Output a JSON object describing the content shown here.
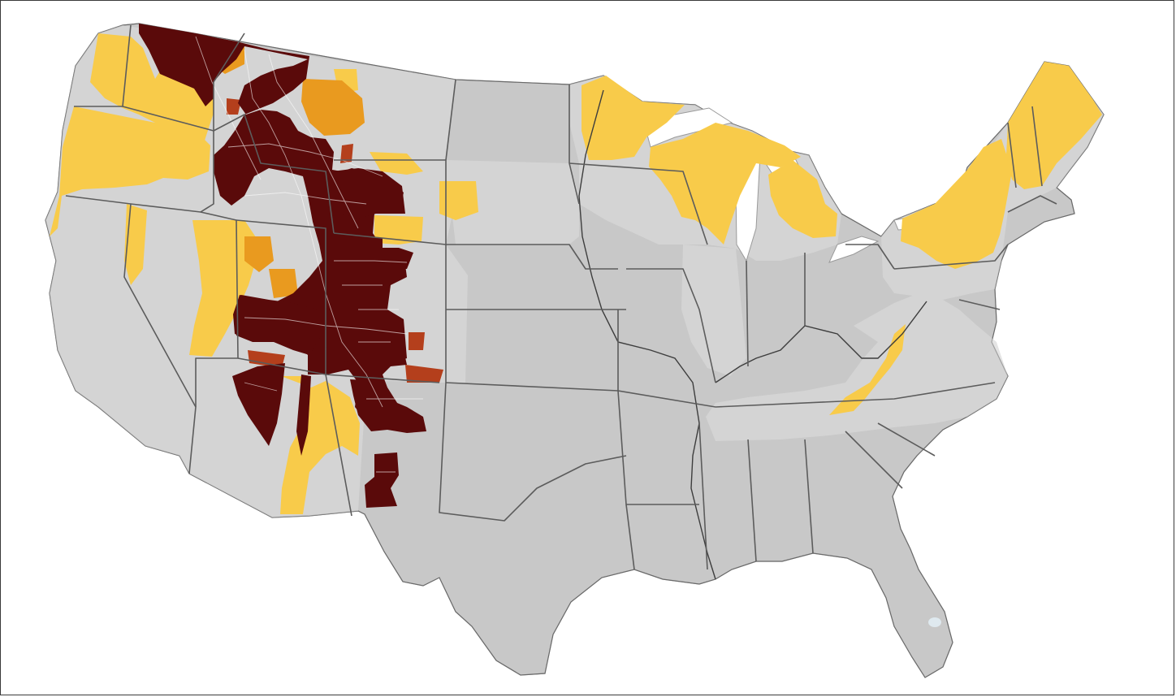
{
  "map": {
    "colors": {
      "background": "#ffffff",
      "no_data_state": "#c8c8c8",
      "other_county": "#e4e4e4",
      "county_border": "#a9a9a9",
      "state_border": "#5c5c5c",
      "class_lowest": "#f8cb4a",
      "class_low": "#e99a1f",
      "class_high": "#b43f1c",
      "class_highest": "#5a0a0a"
    },
    "region_classes": {
      "darkest": [
        "western-montana",
        "central-idaho",
        "wyoming",
        "colorado-utah",
        "eastern-colorado",
        "arizona-new-mexico-border",
        "southern-new-mexico",
        "southern-nevada"
      ],
      "orange": [
        "northwest-montana",
        "central-montana",
        "southern-idaho",
        "western-colorado"
      ],
      "red": [
        "montana-edges",
        "southeast-colorado",
        "idaho-wyoming-border"
      ],
      "yellow": [
        "washington",
        "oregon",
        "northern-california",
        "nevada-east",
        "utah-west",
        "arizona",
        "northern-minnesota",
        "wisconsin",
        "michigan",
        "new-york",
        "new-england",
        "pennsylvania-north",
        "appalachia"
      ]
    }
  }
}
